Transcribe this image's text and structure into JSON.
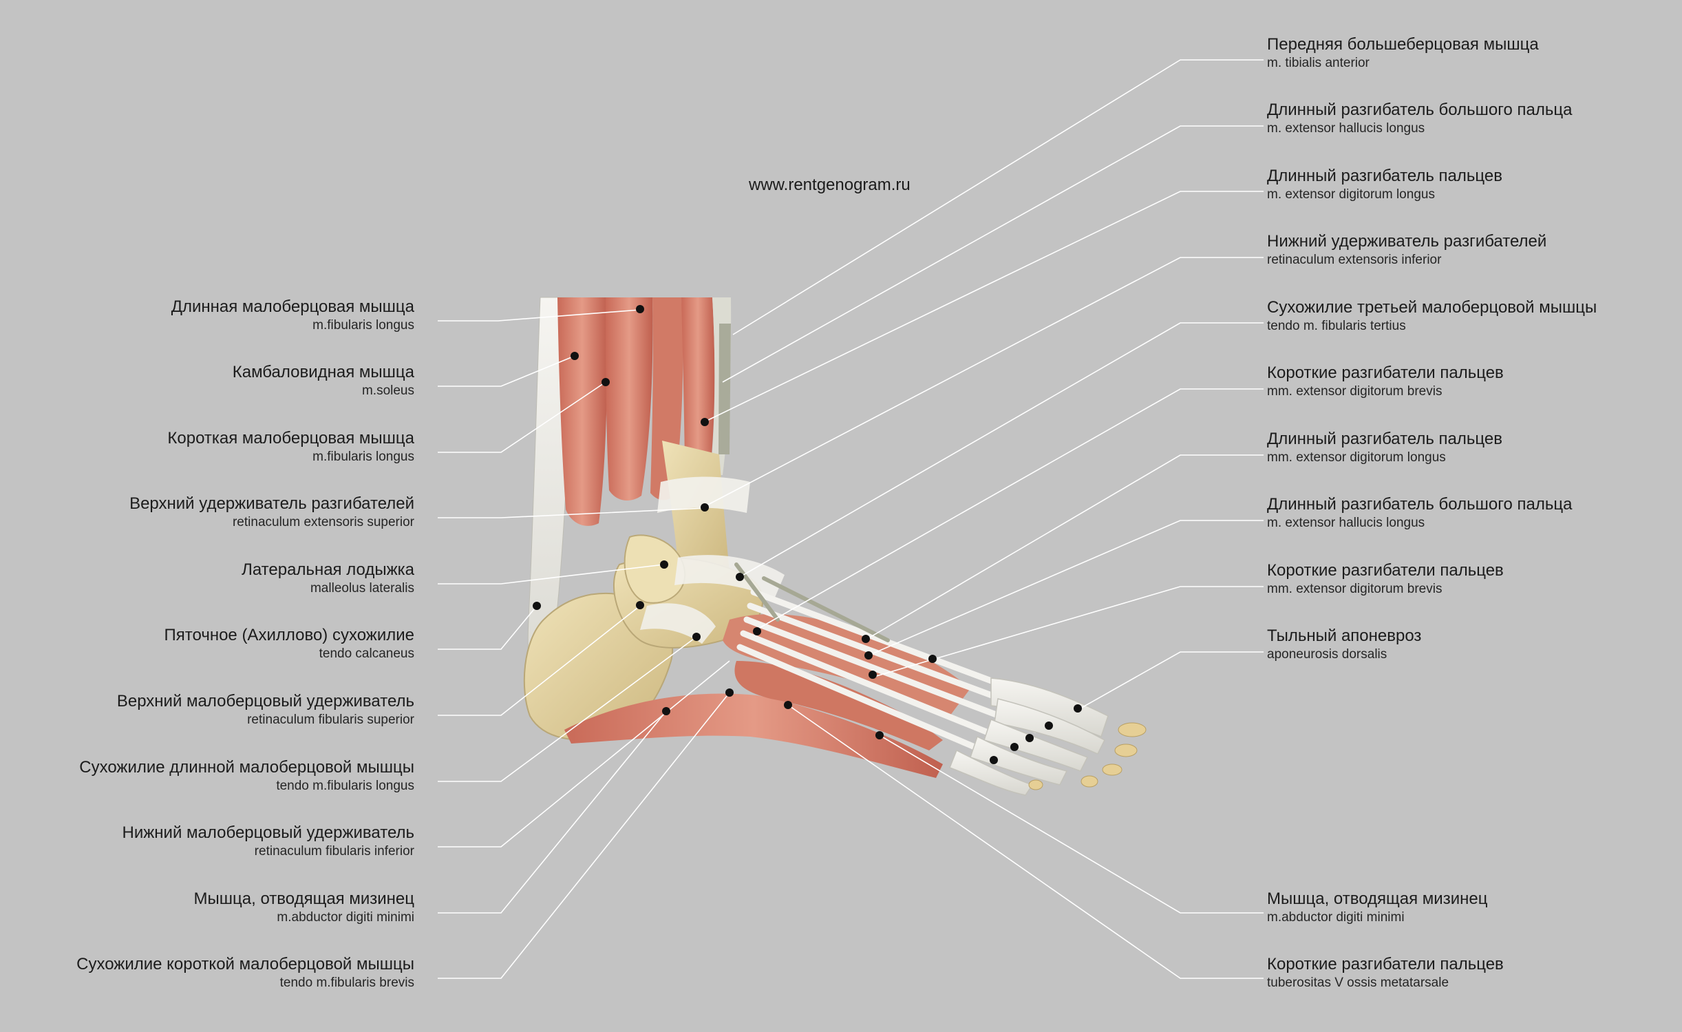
{
  "website": "www.rentgenogram.ru",
  "labels_left": [
    {
      "ru": "Длинная малоберцовая мышца",
      "la": "m.fibularis longus"
    },
    {
      "ru": "Камбаловидная мышца",
      "la": "m.soleus"
    },
    {
      "ru": "Короткая малоберцовая мышца",
      "la": "m.fibularis longus"
    },
    {
      "ru": "Верхний удерживатель разгибателей",
      "la": "retinaculum extensoris superior"
    },
    {
      "ru": "Латеральная лодыжка",
      "la": "malleolus lateralis"
    },
    {
      "ru": "Пяточное (Ахиллово) сухожилие",
      "la": "tendo calcaneus"
    },
    {
      "ru": "Верхний малоберцовый удерживатель",
      "la": "retinaculum fibularis superior"
    },
    {
      "ru": "Сухожилие длинной малоберцовой мышцы",
      "la": "tendo m.fibularis longus"
    },
    {
      "ru": "Нижний малоберцовый удерживатель",
      "la": "retinaculum fibularis inferior"
    },
    {
      "ru": "Мышца, отводящая мизинец",
      "la": "m.abductor digiti minimi"
    },
    {
      "ru": "Сухожилие короткой малоберцовой мышцы",
      "la": "tendo m.fibularis brevis"
    }
  ],
  "labels_right": [
    {
      "ru": "Передняя большеберцовая мышца",
      "la": "m. tibialis anterior"
    },
    {
      "ru": "Длинный разгибатель большого пальца",
      "la": "m. extensor hallucis longus"
    },
    {
      "ru": "Длинный разгибатель пальцев",
      "la": "m. extensor digitorum longus"
    },
    {
      "ru": "Нижний удерживатель разгибателей",
      "la": "retinaculum extensoris inferior"
    },
    {
      "ru": "Сухожилие третьей малоберцовой мышцы",
      "la": "tendo m. fibularis tertius"
    },
    {
      "ru": "Короткие разгибатели пальцев",
      "la": "mm. extensor digitorum brevis"
    },
    {
      "ru": "Длинный разгибатель пальцев",
      "la": "mm. extensor digitorum longus"
    },
    {
      "ru": "Длинный разгибатель большого пальца",
      "la": "m. extensor hallucis longus"
    },
    {
      "ru": "Короткие разгибатели пальцев",
      "la": "mm. extensor digitorum brevis"
    },
    {
      "ru": "Тыльный апоневроз",
      "la": "aponeurosis dorsalis"
    },
    {
      "ru": "Мышца, отводящая мизинец",
      "la": "m.abductor digiti minimi"
    },
    {
      "ru": "Короткие разгибатели пальцев",
      "la": "tuberositas V ossis metatarsale"
    }
  ],
  "colors": {
    "background": "#c3c3c3",
    "muscle": "#d9826e",
    "muscle_dark": "#b8574a",
    "tendon": "#ecebe6",
    "bone": "#e2d3a6",
    "leader_line": "#ffffff",
    "marker": "#111111"
  }
}
